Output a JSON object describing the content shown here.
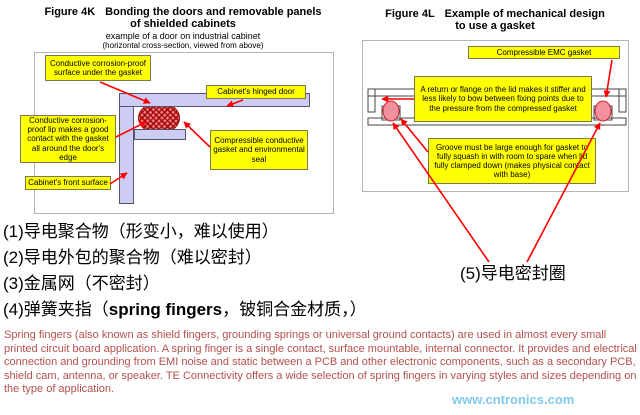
{
  "fig4k": {
    "label": "Figure 4K",
    "title_line1": "Bonding the doors and removable panels",
    "title_line2": "of shielded cabinets",
    "subtitle1": "example of a door on industrial cabinet",
    "subtitle2": "(horizontal cross-section, viewed from above)",
    "callout_surface": "Conductive corrosion-proof surface under the gasket",
    "callout_door": "Cabinet's hinged door",
    "callout_lip": "Conductive corrosion-proof lip makes a good contact with the gasket all around the door's edge",
    "callout_gasket": "Compressible conductive gasket and environmental seal",
    "callout_front": "Cabinet's front surface"
  },
  "fig4l": {
    "label": "Figure 4L",
    "title_line1": "Example of mechanical design",
    "title_line2": "to use a gasket",
    "callout_emc": "Compressible EMC gasket",
    "callout_flange": "A return or flange on the lid makes it stiffer and less likely to bow between fixing points due to the pressure from the compressed gasket",
    "callout_groove": "Groove must be large enough for gasket to fully squash in with room to spare when lid fully clamped down (makes physical contact with base)"
  },
  "notes": {
    "item1": "(1)导电聚合物（形变小，难以使用）",
    "item2": "(2)导电外包的聚合物（难以密封）",
    "item3": "(3)金属网（不密封）",
    "item4_pre": "(4)弹簧夹指（",
    "item4_bold": "spring fingers",
    "item4_post": "，铍铜合金材质，）",
    "item5": "(5)导电密封圈"
  },
  "paragraph": "Spring fingers (also known as shield fingers, grounding springs or universal ground contacts) are used in almost every small printed circuit board application. A spring finger is a single contact, surface mountable, internal connector. It provides and electrical connection and grounding from EMI noise and static between a PCB and other electronic components, such as a secondary PCB, shield cam, antenna, or speaker. TE Connectivity offers a wide selection of spring fingers in varying styles and sizes depending on the type of application.",
  "watermark": "www.cntronics.com",
  "colors": {
    "callout_bg": "#ffff00",
    "shape_fill": "#ccccf5",
    "arrow_red": "#ff0000",
    "gasket_pink": "#f2909e",
    "paragraph_red": "#b4504d",
    "watermark_blue": "#79c7ea"
  }
}
